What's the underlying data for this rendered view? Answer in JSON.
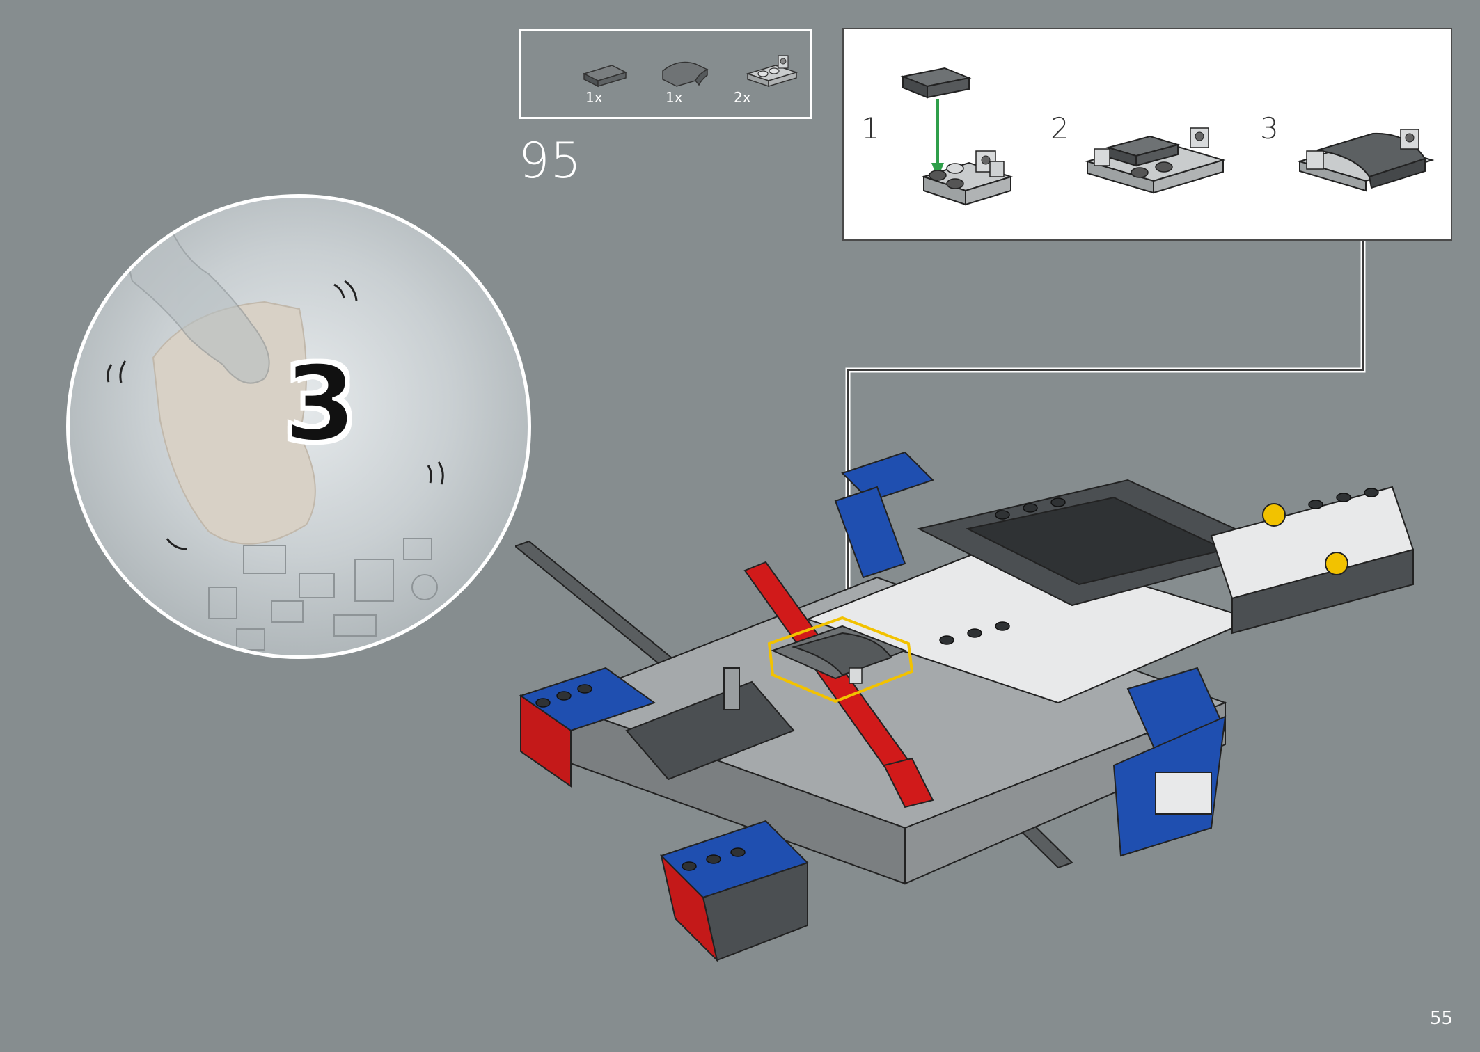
{
  "step": {
    "number": "95"
  },
  "page": {
    "number": "55"
  },
  "bag": {
    "number": "3"
  },
  "parts_list": [
    {
      "quantity": "1x",
      "part": "dark-gray-tile-1x2-icon"
    },
    {
      "quantity": "1x",
      "part": "dark-gray-curved-slope-icon"
    },
    {
      "quantity": "2x",
      "part": "light-gray-plate-with-clip-icon"
    }
  ],
  "substeps": [
    {
      "number": "1"
    },
    {
      "number": "2"
    },
    {
      "number": "3"
    }
  ],
  "colors": {
    "background": "#868d8f",
    "frame": "#ffffff",
    "arrow_green": "#2e9e4a",
    "highlight_yellow": "#f2c200",
    "brick_blue": "#1f4fb0",
    "brick_red": "#d11a1a",
    "brick_dark_gray": "#4b4f52",
    "brick_light_gray": "#a5a9ab"
  }
}
